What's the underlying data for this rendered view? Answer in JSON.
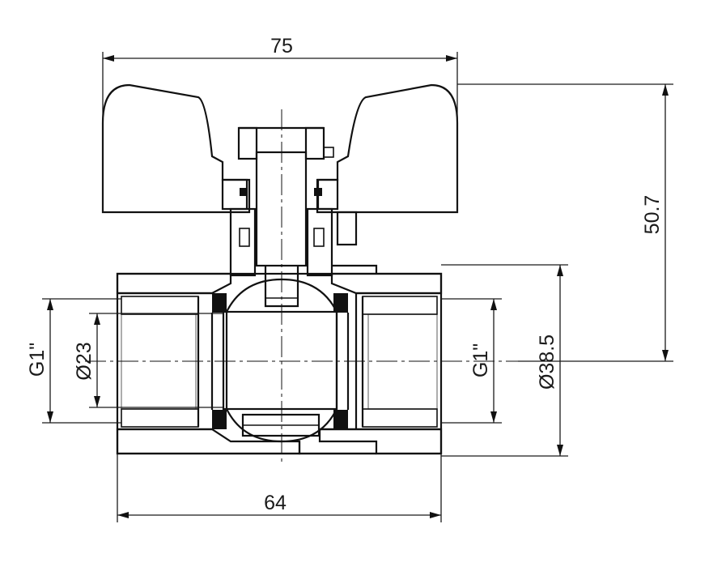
{
  "drawing": {
    "dimensions": {
      "overall_width": "75",
      "body_length": "64",
      "height_to_center": "50.7",
      "outer_diameter": "Ø38.5",
      "bore_diameter": "Ø23",
      "thread_left": "G1\"",
      "thread_right": "G1\""
    }
  }
}
